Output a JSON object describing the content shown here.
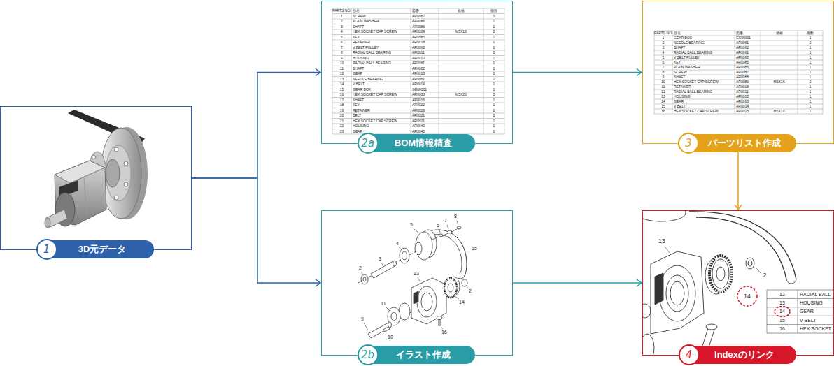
{
  "diagram": {
    "nodes": [
      {
        "text": [
          "1",
          "3D元データ"
        ]
      },
      {
        "text": [
          "2a",
          "BOM情報精査"
        ]
      },
      {
        "text": [
          "3",
          "パーツリスト作成"
        ]
      },
      {
        "text": [
          "2b",
          "イラスト作成"
        ]
      },
      {
        "text": [
          "4",
          "Indexのリンク"
        ]
      }
    ],
    "edges": [
      {
        "from": 0,
        "to": 1,
        "arrow": "to"
      },
      {
        "from": 0,
        "to": 3,
        "arrow": "to"
      },
      {
        "from": 1,
        "to": 2,
        "arrow": "to"
      },
      {
        "from": 2,
        "to": 4,
        "arrow": "to"
      },
      {
        "from": 3,
        "to": 4,
        "arrow": "to"
      }
    ],
    "labels": [
      "PARTS NO.",
      "品名",
      "図番",
      "規格",
      "個数",
      "1",
      "SCREW",
      "AR0087",
      "1",
      "2",
      "PLAIN WASHER",
      "AR0086",
      "1",
      "3",
      "SHAFT",
      "AR0086",
      "1",
      "4",
      "HEX SOCKET CAP SCREW",
      "AR0089",
      "M5X16",
      "2",
      "5",
      "KEY",
      "AR0085",
      "1",
      "6",
      "RETAINER",
      "AR0018",
      "1",
      "7",
      "V BELT PULLEY",
      "AR0062",
      "1",
      "8",
      "RADIAL BALL BEARING",
      "AR0011",
      "1",
      "9",
      "HOUSING",
      "AR0012",
      "1",
      "10",
      "RADIAL BALL BEARING",
      "AR0061",
      "1",
      "11",
      "SHAFT",
      "AR0062",
      "1",
      "12",
      "GEAR",
      "AR0013",
      "1",
      "13",
      "NEEDLE BEARING",
      "AR0061",
      "2",
      "14",
      "V BELT",
      "AR0014",
      "1",
      "15",
      "GEAR BOX",
      "GE00001",
      "1",
      "16",
      "HEX SOCKET CAP SCREW",
      "AR0000",
      "M5X20",
      "3",
      "17",
      "SHAFT",
      "AR0016",
      "1",
      "18",
      "KEY",
      "AR0022",
      "1",
      "19",
      "RETAINER",
      "AR0026",
      "1",
      "20",
      "BELT",
      "AR0021",
      "1",
      "21",
      "HEX SOCKET CAP SCREW",
      "AR0021",
      "1",
      "22",
      "HOUSING",
      "AR0040",
      "1",
      "23",
      "GEAR",
      "AR0045",
      "1",
      "PARTS NO.",
      "品名",
      "図番",
      "規格",
      "個数",
      "1",
      "GEAR BOX",
      "GE00001",
      "1",
      "2",
      "NEEDLE BEARING",
      "AR0061",
      "2",
      "3",
      "SHAFT",
      "AR0062",
      "1",
      "4",
      "RADIAL BALL BEARING",
      "AR0061",
      "1",
      "5",
      "V BELT PULLEY",
      "AR0062",
      "1",
      "6",
      "KEY",
      "AR0085",
      "1",
      "7",
      "PLAIN WASHER",
      "AR0086",
      "1",
      "8",
      "SCREW",
      "AR0087",
      "1",
      "9",
      "SHAFT",
      "AR0088",
      "1",
      "10",
      "HEX SOCKET CAP SCREW",
      "AR0089",
      "M5X16",
      "2",
      "11",
      "RETAINER",
      "AR0018",
      "1",
      "12",
      "RADIAL BALL BEARING",
      "AR0011",
      "1",
      "13",
      "HOUSING",
      "AR0012",
      "1",
      "14",
      "GEAR",
      "AR0013",
      "1",
      "15",
      "V BELT",
      "AR0014",
      "1",
      "16",
      "HEX SOCKET CAP SCREW",
      "AR0015",
      "M5X20",
      "1",
      "8",
      "7",
      "6",
      "5",
      "15",
      "4",
      "3",
      "2",
      "13",
      "14",
      "2",
      "11",
      "9",
      "10",
      "16",
      "13",
      "2",
      "14",
      "12",
      "RADIAL BALL",
      "13",
      "HOUSING",
      "14",
      "GEAR",
      "15",
      "V BELT",
      "16",
      "HEX SOCKET"
    ]
  }
}
